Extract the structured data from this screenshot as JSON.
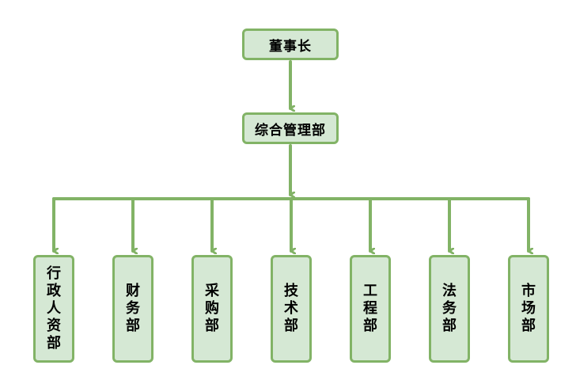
{
  "colors": {
    "line": "#82b366",
    "box_fill": "#d5e8d4",
    "box_border": "#82b366",
    "text": "#000000"
  },
  "org": {
    "chairman": "董事长",
    "general_management": "综合管理部",
    "departments": [
      "行政人资部",
      "财务部",
      "采购部",
      "技术部",
      "工程部",
      "法务部",
      "市场部"
    ]
  }
}
